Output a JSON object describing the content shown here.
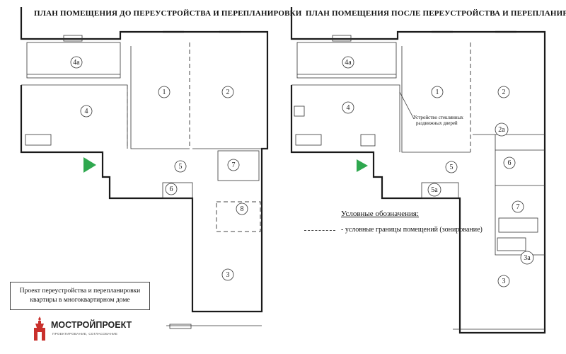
{
  "titles": {
    "left": "ПЛАН ПОМЕЩЕНИЯ ДО ПЕРЕУСТРОЙСТВА И ПЕРЕПЛАНИРОВКИ",
    "right": "ПЛАН ПОМЕЩЕНИЯ ПОСЛЕ ПЕРЕУСТРОЙСТВА И ПЕРЕПЛАНИРОВКИ"
  },
  "rooms_before": [
    "4а",
    "1",
    "2",
    "4",
    "5",
    "7",
    "6",
    "8",
    "3"
  ],
  "rooms_after": [
    "4а",
    "1",
    "2",
    "4",
    "2а",
    "5",
    "6",
    "5а",
    "7",
    "3а",
    "3"
  ],
  "annotation": {
    "line1": "Устройство стеклянных",
    "line2": "раздвижных дверей"
  },
  "legend": {
    "title": "Условные обозначения:",
    "item": "- условные границы помещений (зонирование)"
  },
  "project": {
    "line1": "Проект переустройства и перепланировки",
    "line2": "квартиры в многоквартирном доме"
  },
  "logo": {
    "name": "МОСТРОЙПРОЕКТ",
    "tagline": "ПРОЕКТИРОВАНИЕ, СОГЛАСОВАНИЕ"
  },
  "colors": {
    "entrance_arrow": "#2fa84f",
    "logo_red": "#c9302c"
  }
}
